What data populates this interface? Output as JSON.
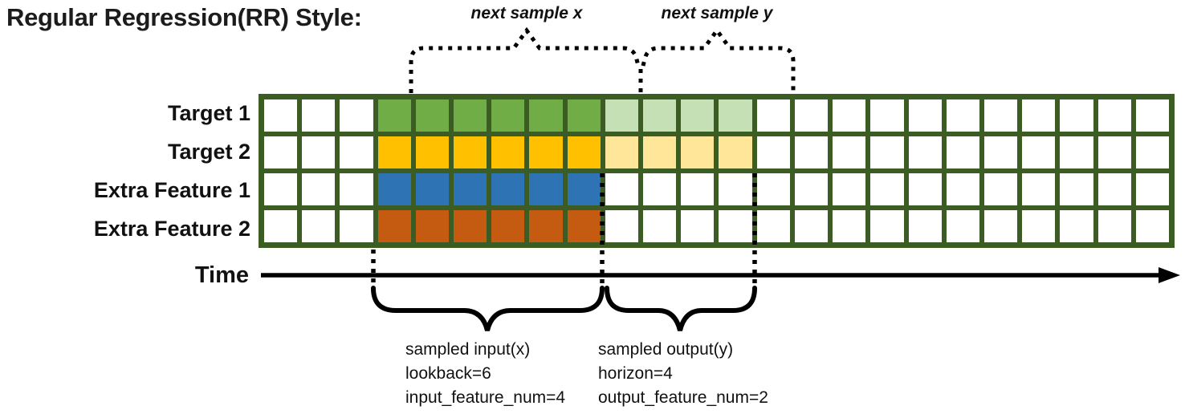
{
  "title": "Regular Regression(RR) Style:",
  "annotations": {
    "next_sample_x": "next sample x",
    "next_sample_y": "next sample y",
    "time_label": "Time"
  },
  "colors": {
    "grid_border": "#3b5c22",
    "green": "#70AD47",
    "light_green": "#C5E0B4",
    "yellow": "#FFC000",
    "light_yellow": "#FFE699",
    "blue": "#2E74B5",
    "orange": "#C55A11",
    "ink": "#000000"
  },
  "grid": {
    "columns": 24,
    "rows": [
      {
        "label": "Target 1",
        "segments": [
          {
            "from": 3,
            "to": 9,
            "color": "green"
          },
          {
            "from": 9,
            "to": 13,
            "color": "light_green"
          }
        ]
      },
      {
        "label": "Target 2",
        "segments": [
          {
            "from": 3,
            "to": 9,
            "color": "yellow"
          },
          {
            "from": 9,
            "to": 13,
            "color": "light_yellow"
          }
        ]
      },
      {
        "label": "Extra Feature 1",
        "segments": [
          {
            "from": 3,
            "to": 9,
            "color": "blue"
          }
        ]
      },
      {
        "label": "Extra Feature 2",
        "segments": [
          {
            "from": 3,
            "to": 9,
            "color": "orange"
          }
        ]
      }
    ]
  },
  "sample_info": {
    "input": {
      "lines": [
        "sampled input(x)",
        "lookback=6",
        "input_feature_num=4"
      ]
    },
    "output": {
      "lines": [
        "sampled output(y)",
        "horizon=4",
        "output_feature_num=2"
      ]
    }
  }
}
